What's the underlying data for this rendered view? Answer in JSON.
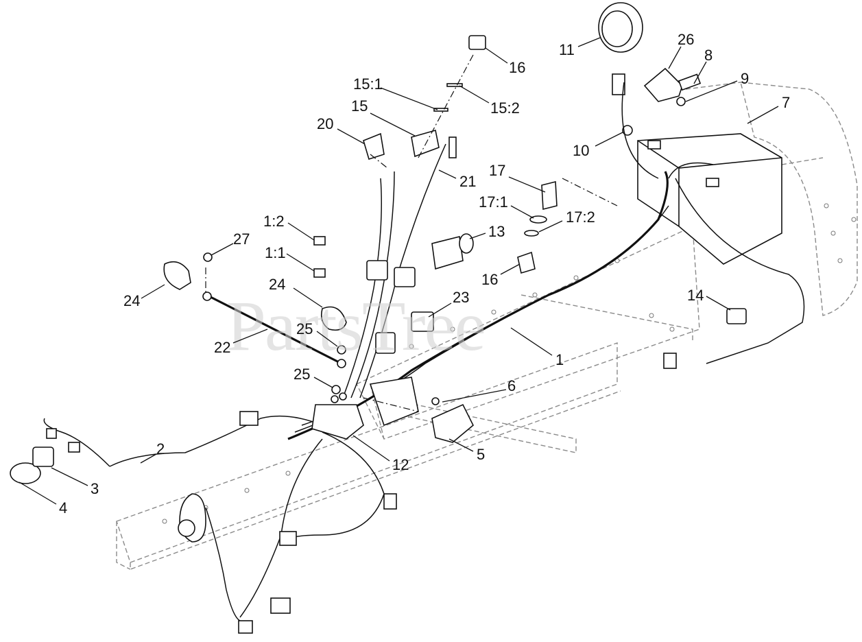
{
  "watermark": "PartsTree",
  "callouts": [
    {
      "id": "c1",
      "label": "1"
    },
    {
      "id": "c2",
      "label": "2"
    },
    {
      "id": "c3",
      "label": "3"
    },
    {
      "id": "c4",
      "label": "4"
    },
    {
      "id": "c5",
      "label": "5"
    },
    {
      "id": "c6",
      "label": "6"
    },
    {
      "id": "c7",
      "label": "7"
    },
    {
      "id": "c8",
      "label": "8"
    },
    {
      "id": "c9",
      "label": "9"
    },
    {
      "id": "c10",
      "label": "10"
    },
    {
      "id": "c11",
      "label": "11"
    },
    {
      "id": "c12",
      "label": "12"
    },
    {
      "id": "c13",
      "label": "13"
    },
    {
      "id": "c14",
      "label": "14"
    },
    {
      "id": "c15",
      "label": "15"
    },
    {
      "id": "c15-1",
      "label": "15:1"
    },
    {
      "id": "c15-2",
      "label": "15:2"
    },
    {
      "id": "c16a",
      "label": "16"
    },
    {
      "id": "c16b",
      "label": "16"
    },
    {
      "id": "c17",
      "label": "17"
    },
    {
      "id": "c17-1",
      "label": "17:1"
    },
    {
      "id": "c17-2",
      "label": "17:2"
    },
    {
      "id": "c20",
      "label": "20"
    },
    {
      "id": "c21",
      "label": "21"
    },
    {
      "id": "c22",
      "label": "22"
    },
    {
      "id": "c23",
      "label": "23"
    },
    {
      "id": "c24a",
      "label": "24"
    },
    {
      "id": "c24b",
      "label": "24"
    },
    {
      "id": "c25a",
      "label": "25"
    },
    {
      "id": "c25b",
      "label": "25"
    },
    {
      "id": "c26",
      "label": "26"
    },
    {
      "id": "c27",
      "label": "27"
    },
    {
      "id": "c1-1",
      "label": "1:1"
    },
    {
      "id": "c1-2",
      "label": "1:2"
    }
  ]
}
